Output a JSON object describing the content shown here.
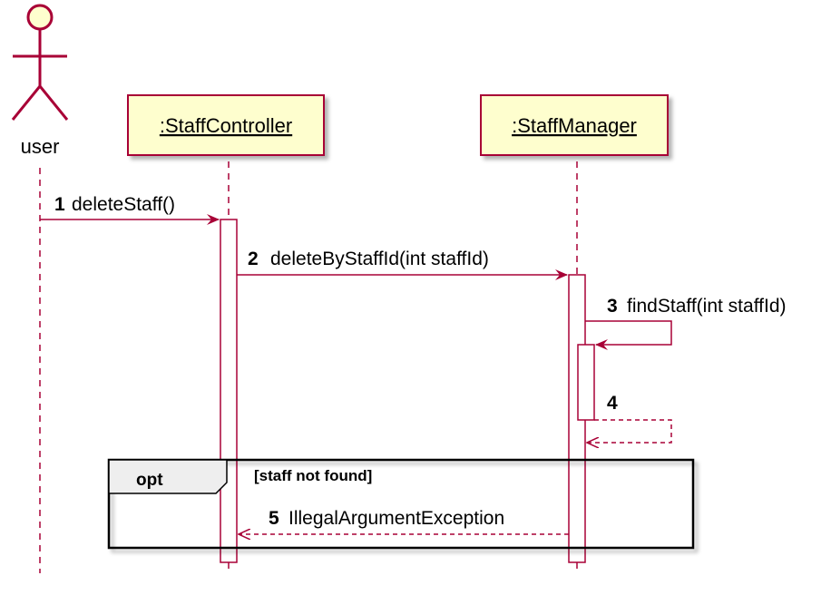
{
  "colors": {
    "border": "#A80036",
    "participant_fill": "#FEFECE",
    "activation_fill": "#FFFFFF",
    "fragment_border": "#000000",
    "fragment_tab_fill": "#EEEEEE"
  },
  "actor": {
    "label": "user",
    "icon": "stick-figure-actor-icon"
  },
  "participants": [
    {
      "label": ":StaffController"
    },
    {
      "label": ":StaffManager"
    }
  ],
  "messages": [
    {
      "number": "1",
      "label": "deleteStaff()",
      "style": "sync"
    },
    {
      "number": "2",
      "label": "deleteByStaffId(int staffId)",
      "style": "sync"
    },
    {
      "number": "3",
      "label": "findStaff(int staffId)",
      "style": "self-sync"
    },
    {
      "number": "4",
      "label": "",
      "style": "self-return"
    },
    {
      "number": "5",
      "label": "IllegalArgumentException",
      "style": "return"
    }
  ],
  "fragment": {
    "operator": "opt",
    "guard": "[staff not found]"
  }
}
